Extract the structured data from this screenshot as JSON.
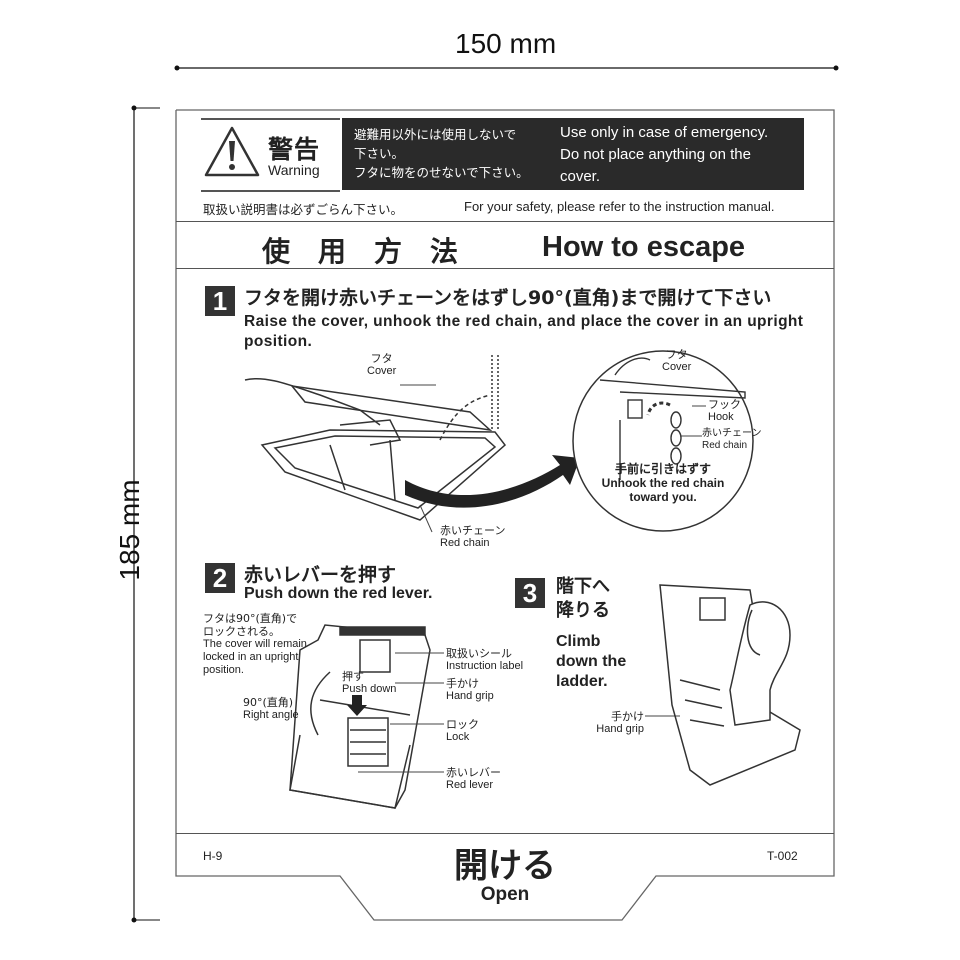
{
  "dimensions": {
    "width": "150 mm",
    "height": "185 mm"
  },
  "warning": {
    "title_jp": "警告",
    "title_en": "Warning",
    "icon": "warning-triangle-icon",
    "jp_lines": [
      "避難用以外には使用しないで",
      "下さい。",
      "フタに物をのせないで下さい。"
    ],
    "en_lines": [
      "Use only in case of emergency.",
      "Do not place anything on the",
      "cover."
    ]
  },
  "manual_note": {
    "jp": "取扱い説明書は必ずごらん下さい。",
    "en": "For your safety, please refer to the instruction manual."
  },
  "heading": {
    "jp": "使　用　方　法",
    "en": "How to escape"
  },
  "step1": {
    "number": "1",
    "title_jp": "フタを開け赤いチェーンをはずし90°(直角)まで開けて下さい",
    "title_en": "Raise the cover, unhook the red chain, and place the cover in an upright position.",
    "labels": {
      "cover_jp": "フタ",
      "cover_en": "Cover",
      "chain_jp": "赤いチェーン",
      "chain_en": "Red chain",
      "detail_cover_jp": "フタ",
      "detail_cover_en": "Cover",
      "hook_jp": "フック",
      "hook_en": "Hook",
      "detail_chain_jp": "赤いチェーン",
      "detail_chain_en": "Red chain",
      "unhook_jp": "手前に引きはずす",
      "unhook_en_1": "Unhook the red chain",
      "unhook_en_2": "toward you."
    }
  },
  "step2": {
    "number": "2",
    "title_jp": "赤いレバーを押す",
    "title_en": "Push down the red lever.",
    "note_jp_1": "フタは90°(直角)で",
    "note_jp_2": "ロックされる。",
    "note_en_1": "The cover will remain",
    "note_en_2": "locked in an upright",
    "note_en_3": "position.",
    "labels": {
      "angle_jp": "90°(直角)",
      "angle_en": "Right angle",
      "push_jp": "押す",
      "push_en": "Push down",
      "instr_jp": "取扱いシール",
      "instr_en": "Instruction label",
      "grip_jp": "手かけ",
      "grip_en": "Hand grip",
      "lock_jp": "ロック",
      "lock_en": "Lock",
      "lever_jp": "赤いレバー",
      "lever_en": "Red lever"
    }
  },
  "step3": {
    "number": "3",
    "title_jp_1": "階下へ",
    "title_jp_2": "降りる",
    "title_en_1": "Climb",
    "title_en_2": "down the",
    "title_en_3": "ladder.",
    "labels": {
      "grip_jp": "手かけ",
      "grip_en": "Hand grip"
    }
  },
  "footer": {
    "left_code": "H-9",
    "right_code": "T-002",
    "open_jp": "開ける",
    "open_en": "Open"
  }
}
